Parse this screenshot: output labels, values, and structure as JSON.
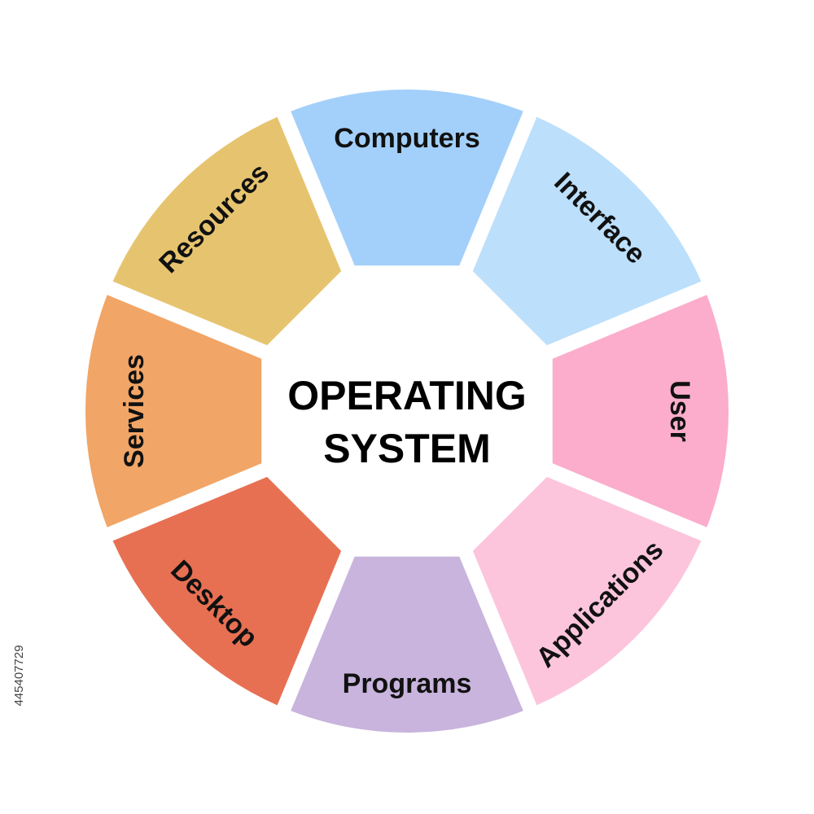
{
  "diagram": {
    "center": {
      "line1": "OPERATING",
      "line2": "SYSTEM"
    },
    "segments": [
      {
        "label": "Computers",
        "color": "#a3d0fa"
      },
      {
        "label": "Interface",
        "color": "#bcdffb"
      },
      {
        "label": "User",
        "color": "#fbadcb"
      },
      {
        "label": "Applications",
        "color": "#fcc5dc"
      },
      {
        "label": "Programs",
        "color": "#c8b4dc"
      },
      {
        "label": "Desktop",
        "color": "#e77053"
      },
      {
        "label": "Services",
        "color": "#f1a566"
      },
      {
        "label": "Resources",
        "color": "#e6c46f"
      }
    ]
  },
  "stock_id": "445407729"
}
